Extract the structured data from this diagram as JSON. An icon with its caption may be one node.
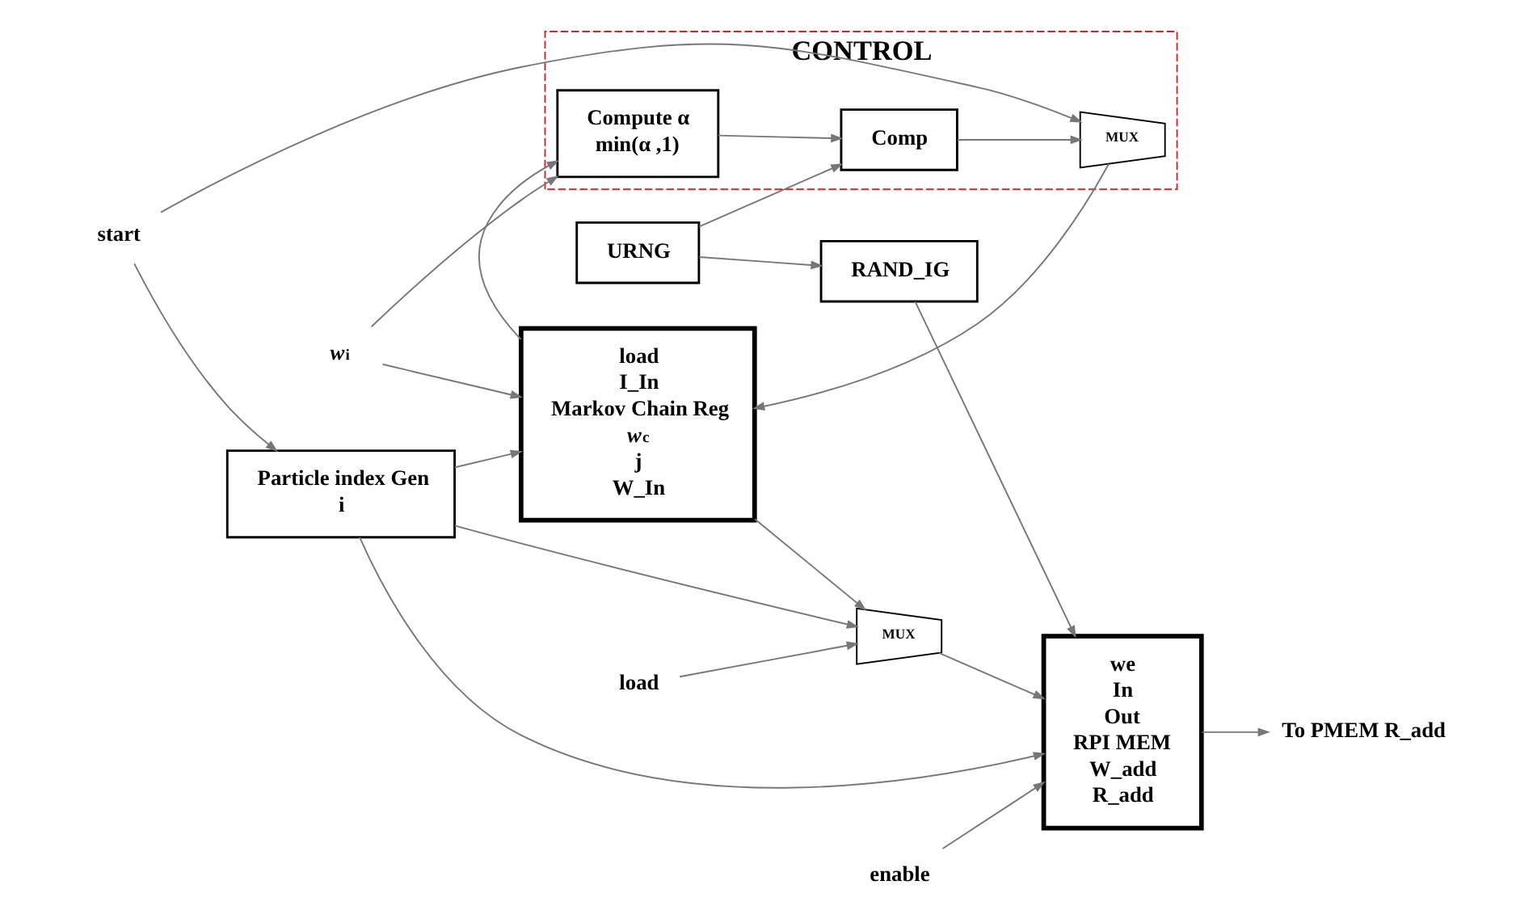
{
  "diagram": {
    "nodes": [
      {
        "text": [
          "CONTROL"
        ]
      },
      {
        "text": [
          "start"
        ]
      },
      {
        "text": [
          "Particle index Gen",
          "i"
        ]
      },
      {
        "text": [
          "load",
          "I_In",
          "Markov Chain Reg",
          "*w*$_{c}$",
          "j",
          "W_In"
        ]
      },
      {
        "text": [
          "MUX"
        ],
        "in": 0
      },
      {
        "text": [
          "Comp"
        ],
        "in": 0
      },
      {
        "text": [
          "Compute α",
          "min(α ,1)"
        ],
        "in": 0
      },
      {
        "text": [
          "URNG"
        ]
      },
      {
        "text": [
          "*w*$_{i}$"
        ]
      },
      {
        "text": [
          "enable"
        ]
      },
      {
        "text": [
          "MUX"
        ]
      },
      {
        "text": [
          "load"
        ]
      },
      {
        "text": [
          "we",
          "In",
          "Out",
          "RPI MEM",
          "W_add",
          "R_add"
        ]
      },
      {
        "text": [
          "To PMEM R_add"
        ]
      },
      {
        "text": [
          "RAND_IG"
        ]
      }
    ],
    "edges": [
      {
        "from": 1,
        "to": 4,
        "arrow": "to"
      },
      {
        "from": 1,
        "to": 2,
        "arrow": "to"
      },
      {
        "from": 4,
        "to": 3,
        "arrow": "to"
      },
      {
        "from": 5,
        "to": 4,
        "arrow": "to"
      },
      {
        "from": 7,
        "to": 5,
        "arrow": "to"
      },
      {
        "from": 7,
        "to": 14,
        "arrow": "to"
      },
      {
        "from": 3,
        "to": 6,
        "arrow": "to"
      },
      {
        "from": 6,
        "to": 5,
        "arrow": "to"
      },
      {
        "from": 8,
        "to": 3,
        "arrow": "to"
      },
      {
        "from": 8,
        "to": 6,
        "arrow": "to"
      },
      {
        "from": 2,
        "to": 3,
        "arrow": "to"
      },
      {
        "from": 2,
        "to": 10,
        "arrow": "to"
      },
      {
        "from": 2,
        "to": 12,
        "arrow": "to"
      },
      {
        "from": 3,
        "to": 10,
        "arrow": "to"
      },
      {
        "from": 11,
        "to": 10,
        "arrow": "to"
      },
      {
        "from": 10,
        "to": 12,
        "arrow": "to"
      },
      {
        "from": 9,
        "to": 12,
        "arrow": "to"
      },
      {
        "from": 12,
        "to": 13,
        "arrow": "to"
      },
      {
        "from": 14,
        "to": 12,
        "arrow": "to"
      }
    ]
  }
}
